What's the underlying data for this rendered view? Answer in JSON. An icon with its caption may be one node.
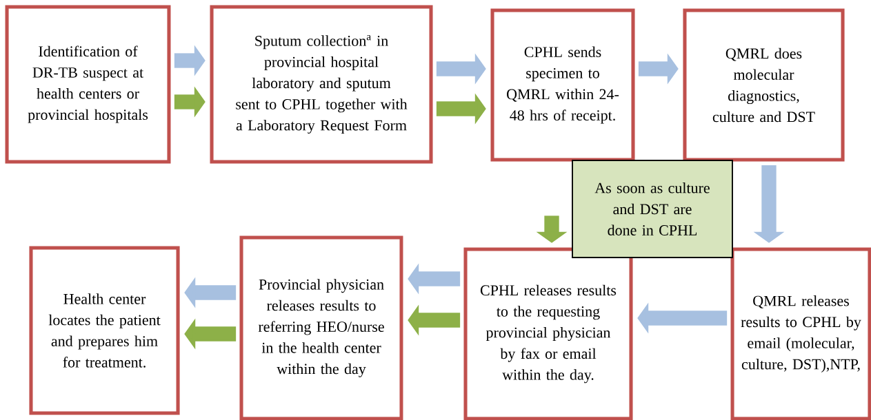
{
  "diagram": {
    "nodes": [
      {
        "text": [
          "Identification of DR-TB suspect at health centers or provincial hospitals"
        ]
      },
      {
        "text": [
          "Sputum collection$^{a}$ in provincial hospital laboratory and sputum sent to CPHL together with a Laboratory Request Form"
        ]
      },
      {
        "text": [
          "CPHL sends specimen to QMRL within 24-48 hrs of receipt."
        ]
      },
      {
        "text": [
          "QMRL does molecular diagnostics, culture and DST"
        ]
      },
      {
        "text": [
          "As soon as culture and DST are done in CPHL"
        ]
      },
      {
        "text": [
          "Health center locates the patient and prepares him for treatment."
        ]
      },
      {
        "text": [
          "Provincial physician releases results to referring HEO/nurse in the health center within the day"
        ]
      },
      {
        "text": [
          "CPHL releases results to the requesting provincial physician by fax or email within the day."
        ]
      },
      {
        "text": [
          "QMRL releases results to CPHL by email (molecular, culture, DST),NTP,"
        ]
      }
    ],
    "edges": [
      {
        "from": 0,
        "to": 1,
        "arrow": "to"
      },
      {
        "from": 0,
        "to": 1,
        "arrow": "to",
        "color": "#8db048"
      },
      {
        "from": 1,
        "to": 2,
        "arrow": "to"
      },
      {
        "from": 1,
        "to": 2,
        "arrow": "to",
        "color": "#8db048"
      },
      {
        "from": 2,
        "to": 3,
        "arrow": "to"
      },
      {
        "from": 3,
        "to": 8,
        "arrow": "to"
      },
      {
        "from": null,
        "to": 7,
        "arrow": "to",
        "color": "#8db048"
      },
      {
        "from": 8,
        "to": 7,
        "arrow": "to"
      },
      {
        "from": 7,
        "to": 6,
        "arrow": "to"
      },
      {
        "from": 7,
        "to": 6,
        "arrow": "to",
        "color": "#8db048"
      },
      {
        "from": 6,
        "to": 5,
        "arrow": "to"
      },
      {
        "from": 6,
        "to": 5,
        "arrow": "to",
        "color": "#8db048"
      }
    ]
  }
}
